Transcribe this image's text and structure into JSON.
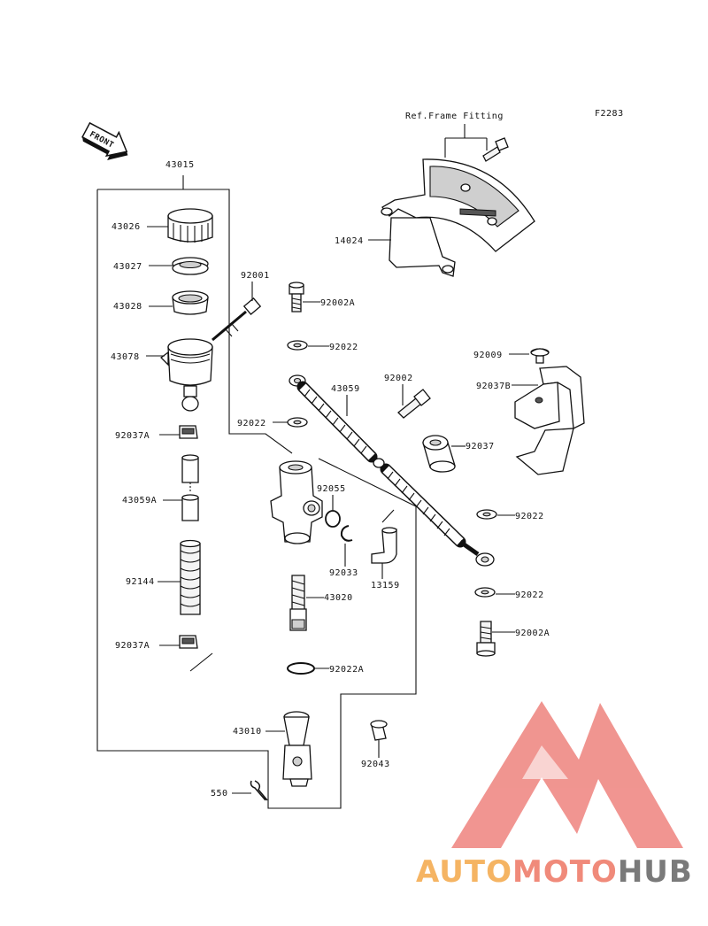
{
  "figure_code": "F2283",
  "ref_note": "Ref.Frame Fitting",
  "front_label": "FRONT",
  "watermark": {
    "part1": "AUTO",
    "part2": "MOTO",
    "part3": "HUB",
    "color1": "#f5b463",
    "color2": "#f08a7a",
    "color3": "#7a7a7a",
    "logo_color": "#ef8a85"
  },
  "parts": {
    "p43015": "43015",
    "p43026": "43026",
    "p43027": "43027",
    "p43028": "43028",
    "p43078": "43078",
    "p92037A_top": "92037A",
    "p43059A": "43059A",
    "p92144": "92144",
    "p92037A_bot": "92037A",
    "p43010": "43010",
    "p550": "550",
    "p92001": "92001",
    "p92002A_top": "92002A",
    "p92022_a": "92022",
    "p92022_b": "92022",
    "p43059": "43059",
    "p92002": "92002",
    "p92037": "92037",
    "p92055": "92055",
    "p92033": "92033",
    "p13159": "13159",
    "p43020": "43020",
    "p92022A": "92022A",
    "p92043": "92043",
    "p14024": "14024",
    "p92009": "92009",
    "p92037B": "92037B",
    "p92022_c": "92022",
    "p92022_d": "92022",
    "p92002A_bot": "92002A"
  }
}
